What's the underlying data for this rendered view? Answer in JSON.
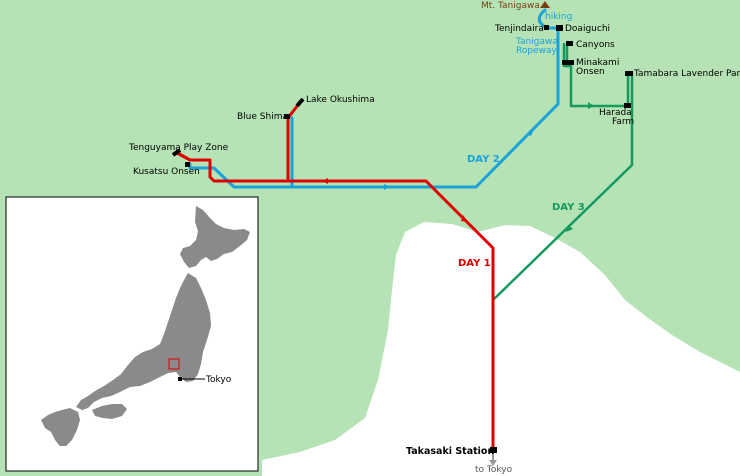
{
  "colors": {
    "land": "#b5e3b5",
    "lowland": "#ffffff",
    "day1": "#e00000",
    "day2": "#1aa3d6",
    "day3": "#139a5c",
    "station": "#000000",
    "japan_land": "#8a8a8a",
    "inset_bg": "#ffffff",
    "highlight": "#e00000",
    "summit": "#7a3d10"
  },
  "routes": {
    "day1": {
      "label": "DAY 1"
    },
    "day2": {
      "label": "DAY 2"
    },
    "day3": {
      "label": "DAY 3"
    }
  },
  "places": {
    "mt_tanigawa": "Mt. Tanigawa",
    "hiking": "hiking",
    "tenjindaira": "Tenjindaira",
    "doaiguchi": "Doaiguchi",
    "tanigawa_ropeway_1": "Tanigawa",
    "tanigawa_ropeway_2": "Ropeway",
    "canyons": "Canyons",
    "minakami_1": "Minakami",
    "minakami_2": "Onsen",
    "tamabara": "Tamabara Lavender Park",
    "harada_1": "Harada",
    "harada_2": "Farm",
    "lake_okushima": "Lake Okushima",
    "blue_shima": "Blue Shima",
    "tenguyama": "Tenguyama Play Zone",
    "kusatsu": "Kusatsu Onsen",
    "takasaki": "Takasaki Station",
    "to_tokyo": "to Tokyo"
  },
  "inset": {
    "tokyo": "Tokyo"
  }
}
